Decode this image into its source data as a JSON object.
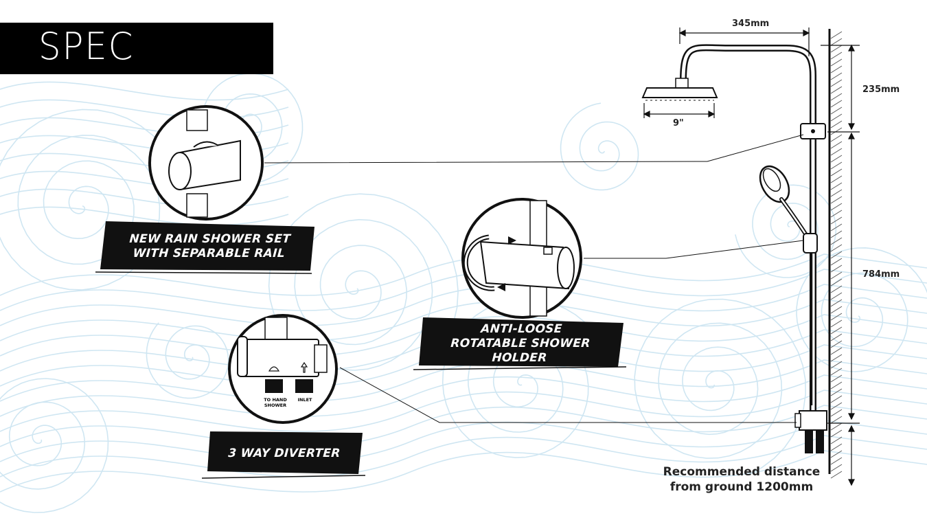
{
  "header": {
    "title": "SPEC"
  },
  "callouts": {
    "rail": {
      "line1": "NEW RAIN SHOWER SET",
      "line2": "WITH SEPARABLE RAIL"
    },
    "holder": {
      "line1": "ANTI-LOOSE",
      "line2": "ROTATABLE SHOWER HOLDER"
    },
    "diverter": {
      "line1": "3 WAY DIVERTER"
    }
  },
  "diverter_detail": {
    "label_left_1": "TO HAND",
    "label_left_2": "SHOWER",
    "label_right": "INLET"
  },
  "dimensions": {
    "arm_width": "345mm",
    "head_size": "9\"",
    "upper_height": "235mm",
    "rail_height": "784mm"
  },
  "note": {
    "line1": "Recommended distance",
    "line2": "from ground 1200mm"
  },
  "colors": {
    "wave": "#cfe6f2",
    "ink": "#111111",
    "background": "#ffffff"
  }
}
